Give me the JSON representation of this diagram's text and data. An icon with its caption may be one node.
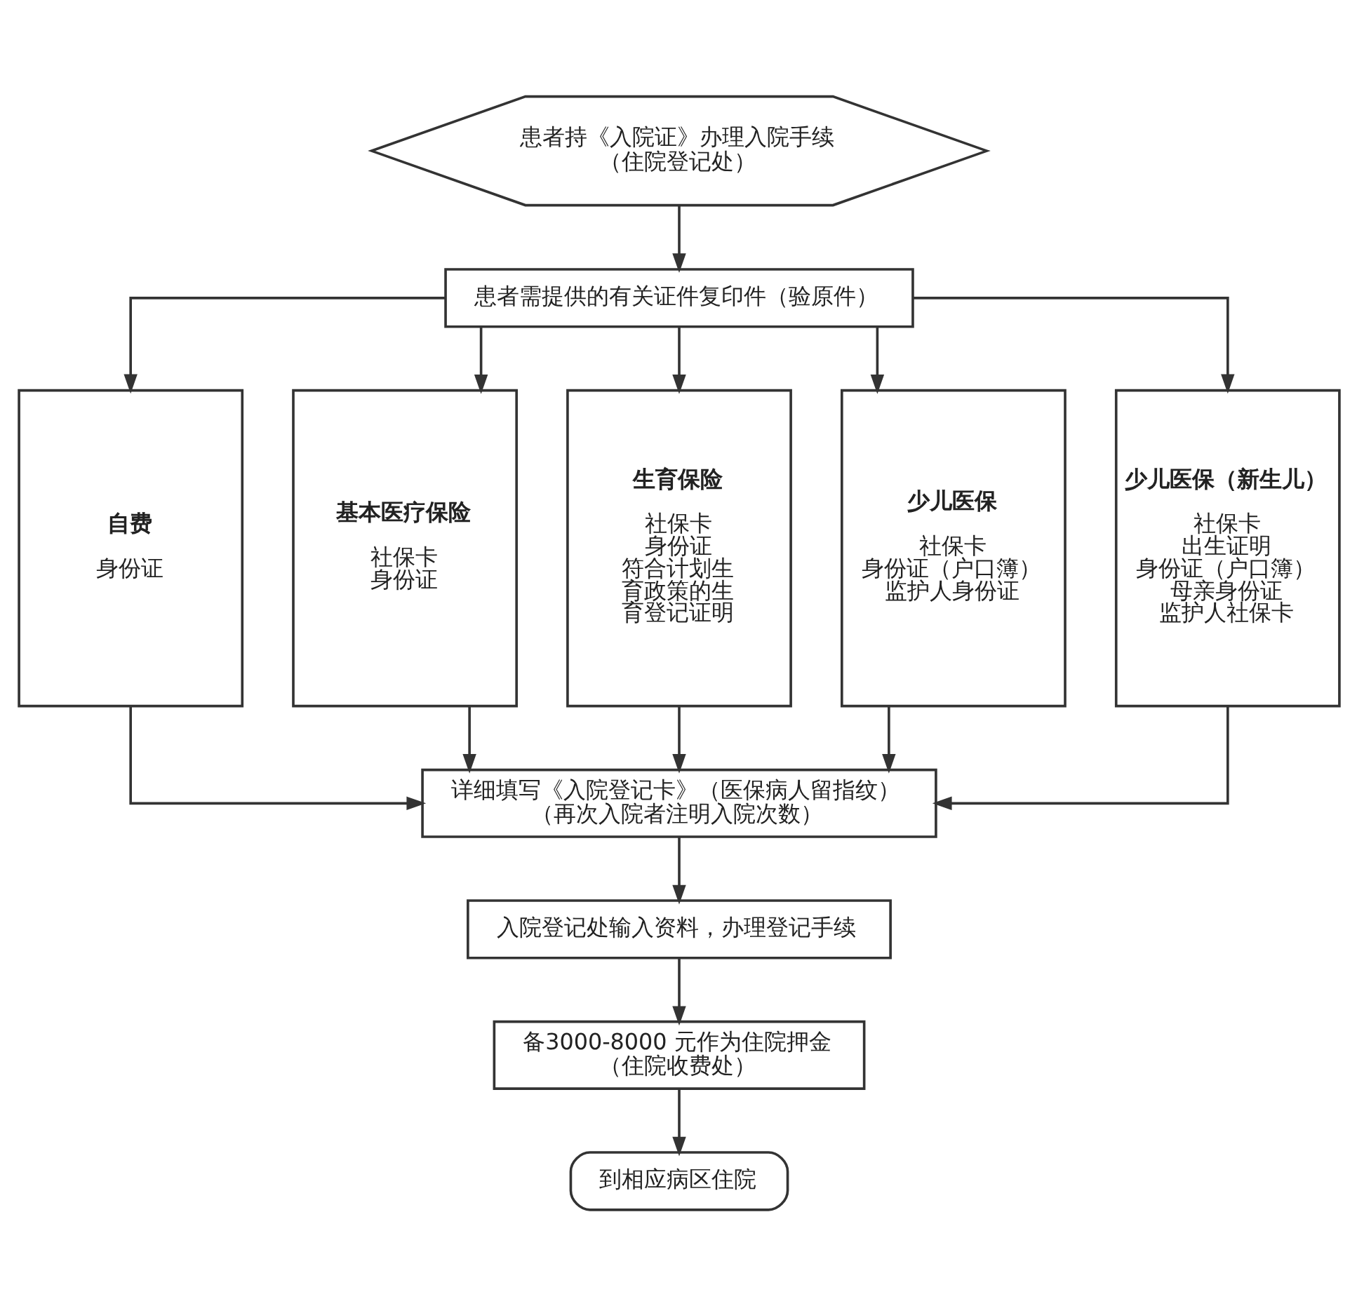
{
  "diagram": {
    "nodes": [
      {
        "text": [
          "患者持《入院证》办理入院手续",
          "（住院登记处）"
        ]
      },
      {
        "text": [
          "患者需提供的有关证件复印件（验原件）"
        ]
      },
      {
        "text": [
          "自费",
          "身份证"
        ]
      },
      {
        "text": [
          "基本医疗保险",
          "社保卡",
          "身份证"
        ]
      },
      {
        "text": [
          "生育保险",
          "社保卡",
          "身份证",
          "符合计划生育政策的生育登记证明"
        ]
      },
      {
        "text": [
          "少儿医保",
          "社保卡",
          "身份证（户口簿）",
          "监护人身份证"
        ]
      },
      {
        "text": [
          "少儿医保（新生儿）",
          "社保卡",
          "出生证明",
          "身份证（户口簿）",
          "母亲身份证",
          "监护人社保卡"
        ]
      },
      {
        "text": [
          "详细填写《入院登记卡》（医保病人留指纹）",
          "（再次入院者注明入院次数）"
        ]
      },
      {
        "text": [
          "入院登记处输入资料，办理登记手续"
        ]
      },
      {
        "text": [
          "备3000-8000 元作为住院押金",
          "（住院收费处）"
        ]
      },
      {
        "text": [
          "到相应病区住院"
        ]
      }
    ],
    "edges": [
      {
        "from": 0,
        "to": 1,
        "arrow": "to"
      },
      {
        "from": 1,
        "to": 2,
        "arrow": "to"
      },
      {
        "from": 1,
        "to": 3,
        "arrow": "to"
      },
      {
        "from": 1,
        "to": 4,
        "arrow": "to"
      },
      {
        "from": 1,
        "to": 5,
        "arrow": "to"
      },
      {
        "from": 1,
        "to": 6,
        "arrow": "to"
      },
      {
        "from": 2,
        "to": 7,
        "arrow": "to"
      },
      {
        "from": 3,
        "to": 7,
        "arrow": "to"
      },
      {
        "from": 4,
        "to": 7,
        "arrow": "to"
      },
      {
        "from": 5,
        "to": 7,
        "arrow": "to"
      },
      {
        "from": 6,
        "to": 7,
        "arrow": "to"
      },
      {
        "from": 7,
        "to": 8,
        "arrow": "to"
      },
      {
        "from": 8,
        "to": 9,
        "arrow": "to"
      },
      {
        "from": 9,
        "to": 10,
        "arrow": "to"
      }
    ]
  }
}
